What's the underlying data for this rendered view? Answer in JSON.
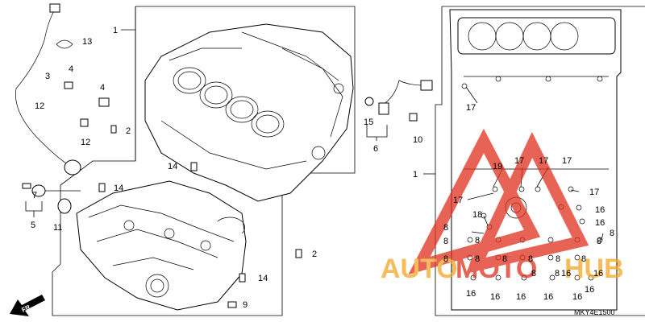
{
  "diagram": {
    "callouts": [
      "1",
      "1",
      "2",
      "2",
      "3",
      "4",
      "4",
      "5",
      "6",
      "7",
      "8",
      "8",
      "8",
      "8",
      "8",
      "8",
      "8",
      "8",
      "8",
      "8",
      "8",
      "8",
      "8",
      "9",
      "10",
      "11",
      "12",
      "12",
      "13",
      "14",
      "14",
      "14",
      "15",
      "16",
      "16",
      "16",
      "16",
      "16",
      "16",
      "16",
      "16",
      "16",
      "16",
      "17",
      "17",
      "17",
      "17",
      "17",
      "17",
      "18",
      "19"
    ],
    "front_label": "FR.",
    "diagram_code": "MKY4E1500",
    "colors": {
      "line": "#000000",
      "watermark_red": "#e0301e",
      "watermark_orange": "#f39c12"
    }
  },
  "watermark": {
    "text_a": "AUTO",
    "text_b": "MOTO",
    "text_c": "HUB"
  }
}
